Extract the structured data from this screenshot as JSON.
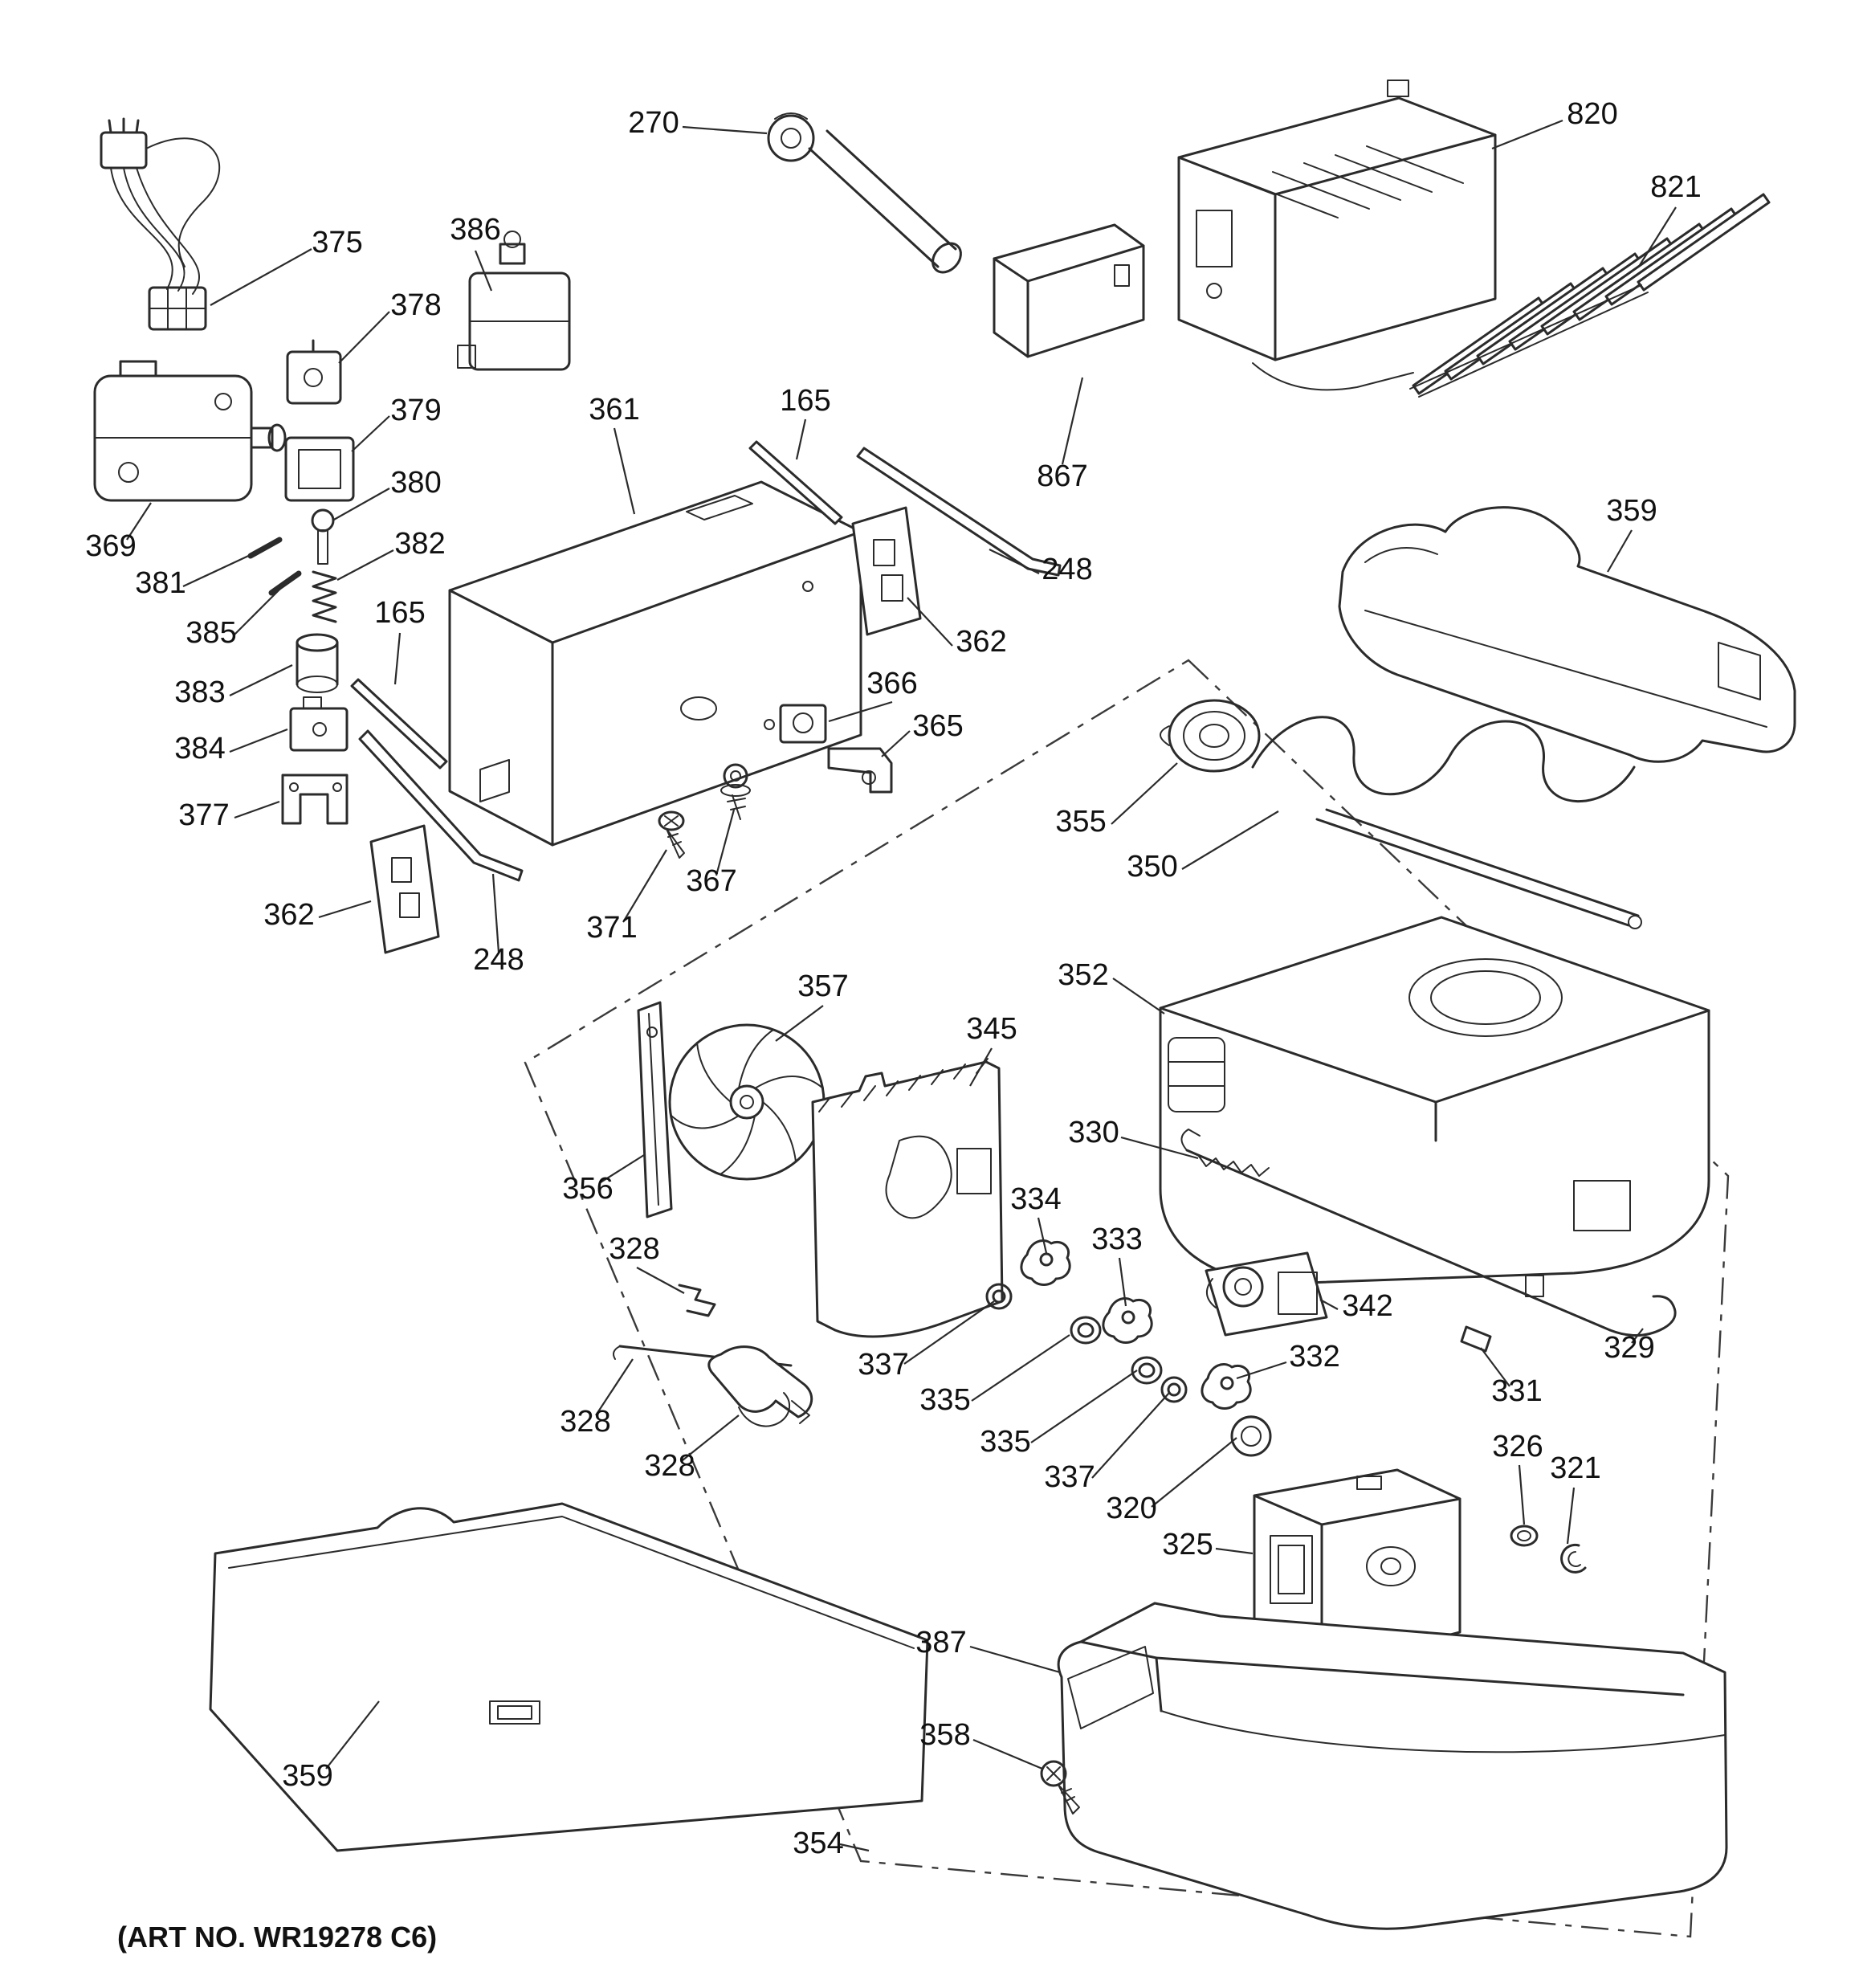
{
  "art_no": "(ART NO. WR19278 C6)",
  "colors": {
    "background": "#ffffff",
    "line": "#2b2b2b",
    "text": "#111111"
  },
  "diagram_type": "exploded-parts-diagram",
  "labels": [
    {
      "text": "270"
    },
    {
      "text": "375"
    },
    {
      "text": "386"
    },
    {
      "text": "820"
    },
    {
      "text": "821"
    },
    {
      "text": "378"
    },
    {
      "text": "379"
    },
    {
      "text": "380"
    },
    {
      "text": "382"
    },
    {
      "text": "361"
    },
    {
      "text": "165"
    },
    {
      "text": "867"
    },
    {
      "text": "369"
    },
    {
      "text": "381"
    },
    {
      "text": "385"
    },
    {
      "text": "248"
    },
    {
      "text": "362"
    },
    {
      "text": "359"
    },
    {
      "text": "383"
    },
    {
      "text": "165"
    },
    {
      "text": "384"
    },
    {
      "text": "366"
    },
    {
      "text": "365"
    },
    {
      "text": "377"
    },
    {
      "text": "355"
    },
    {
      "text": "350"
    },
    {
      "text": "362"
    },
    {
      "text": "248"
    },
    {
      "text": "371"
    },
    {
      "text": "367"
    },
    {
      "text": "352"
    },
    {
      "text": "357"
    },
    {
      "text": "345"
    },
    {
      "text": "356"
    },
    {
      "text": "330"
    },
    {
      "text": "334"
    },
    {
      "text": "333"
    },
    {
      "text": "328"
    },
    {
      "text": "342"
    },
    {
      "text": "337"
    },
    {
      "text": "329"
    },
    {
      "text": "331"
    },
    {
      "text": "335"
    },
    {
      "text": "335"
    },
    {
      "text": "332"
    },
    {
      "text": "328"
    },
    {
      "text": "337"
    },
    {
      "text": "320"
    },
    {
      "text": "326"
    },
    {
      "text": "321"
    },
    {
      "text": "328"
    },
    {
      "text": "325"
    },
    {
      "text": "387"
    },
    {
      "text": "358"
    },
    {
      "text": "359"
    },
    {
      "text": "354"
    }
  ]
}
